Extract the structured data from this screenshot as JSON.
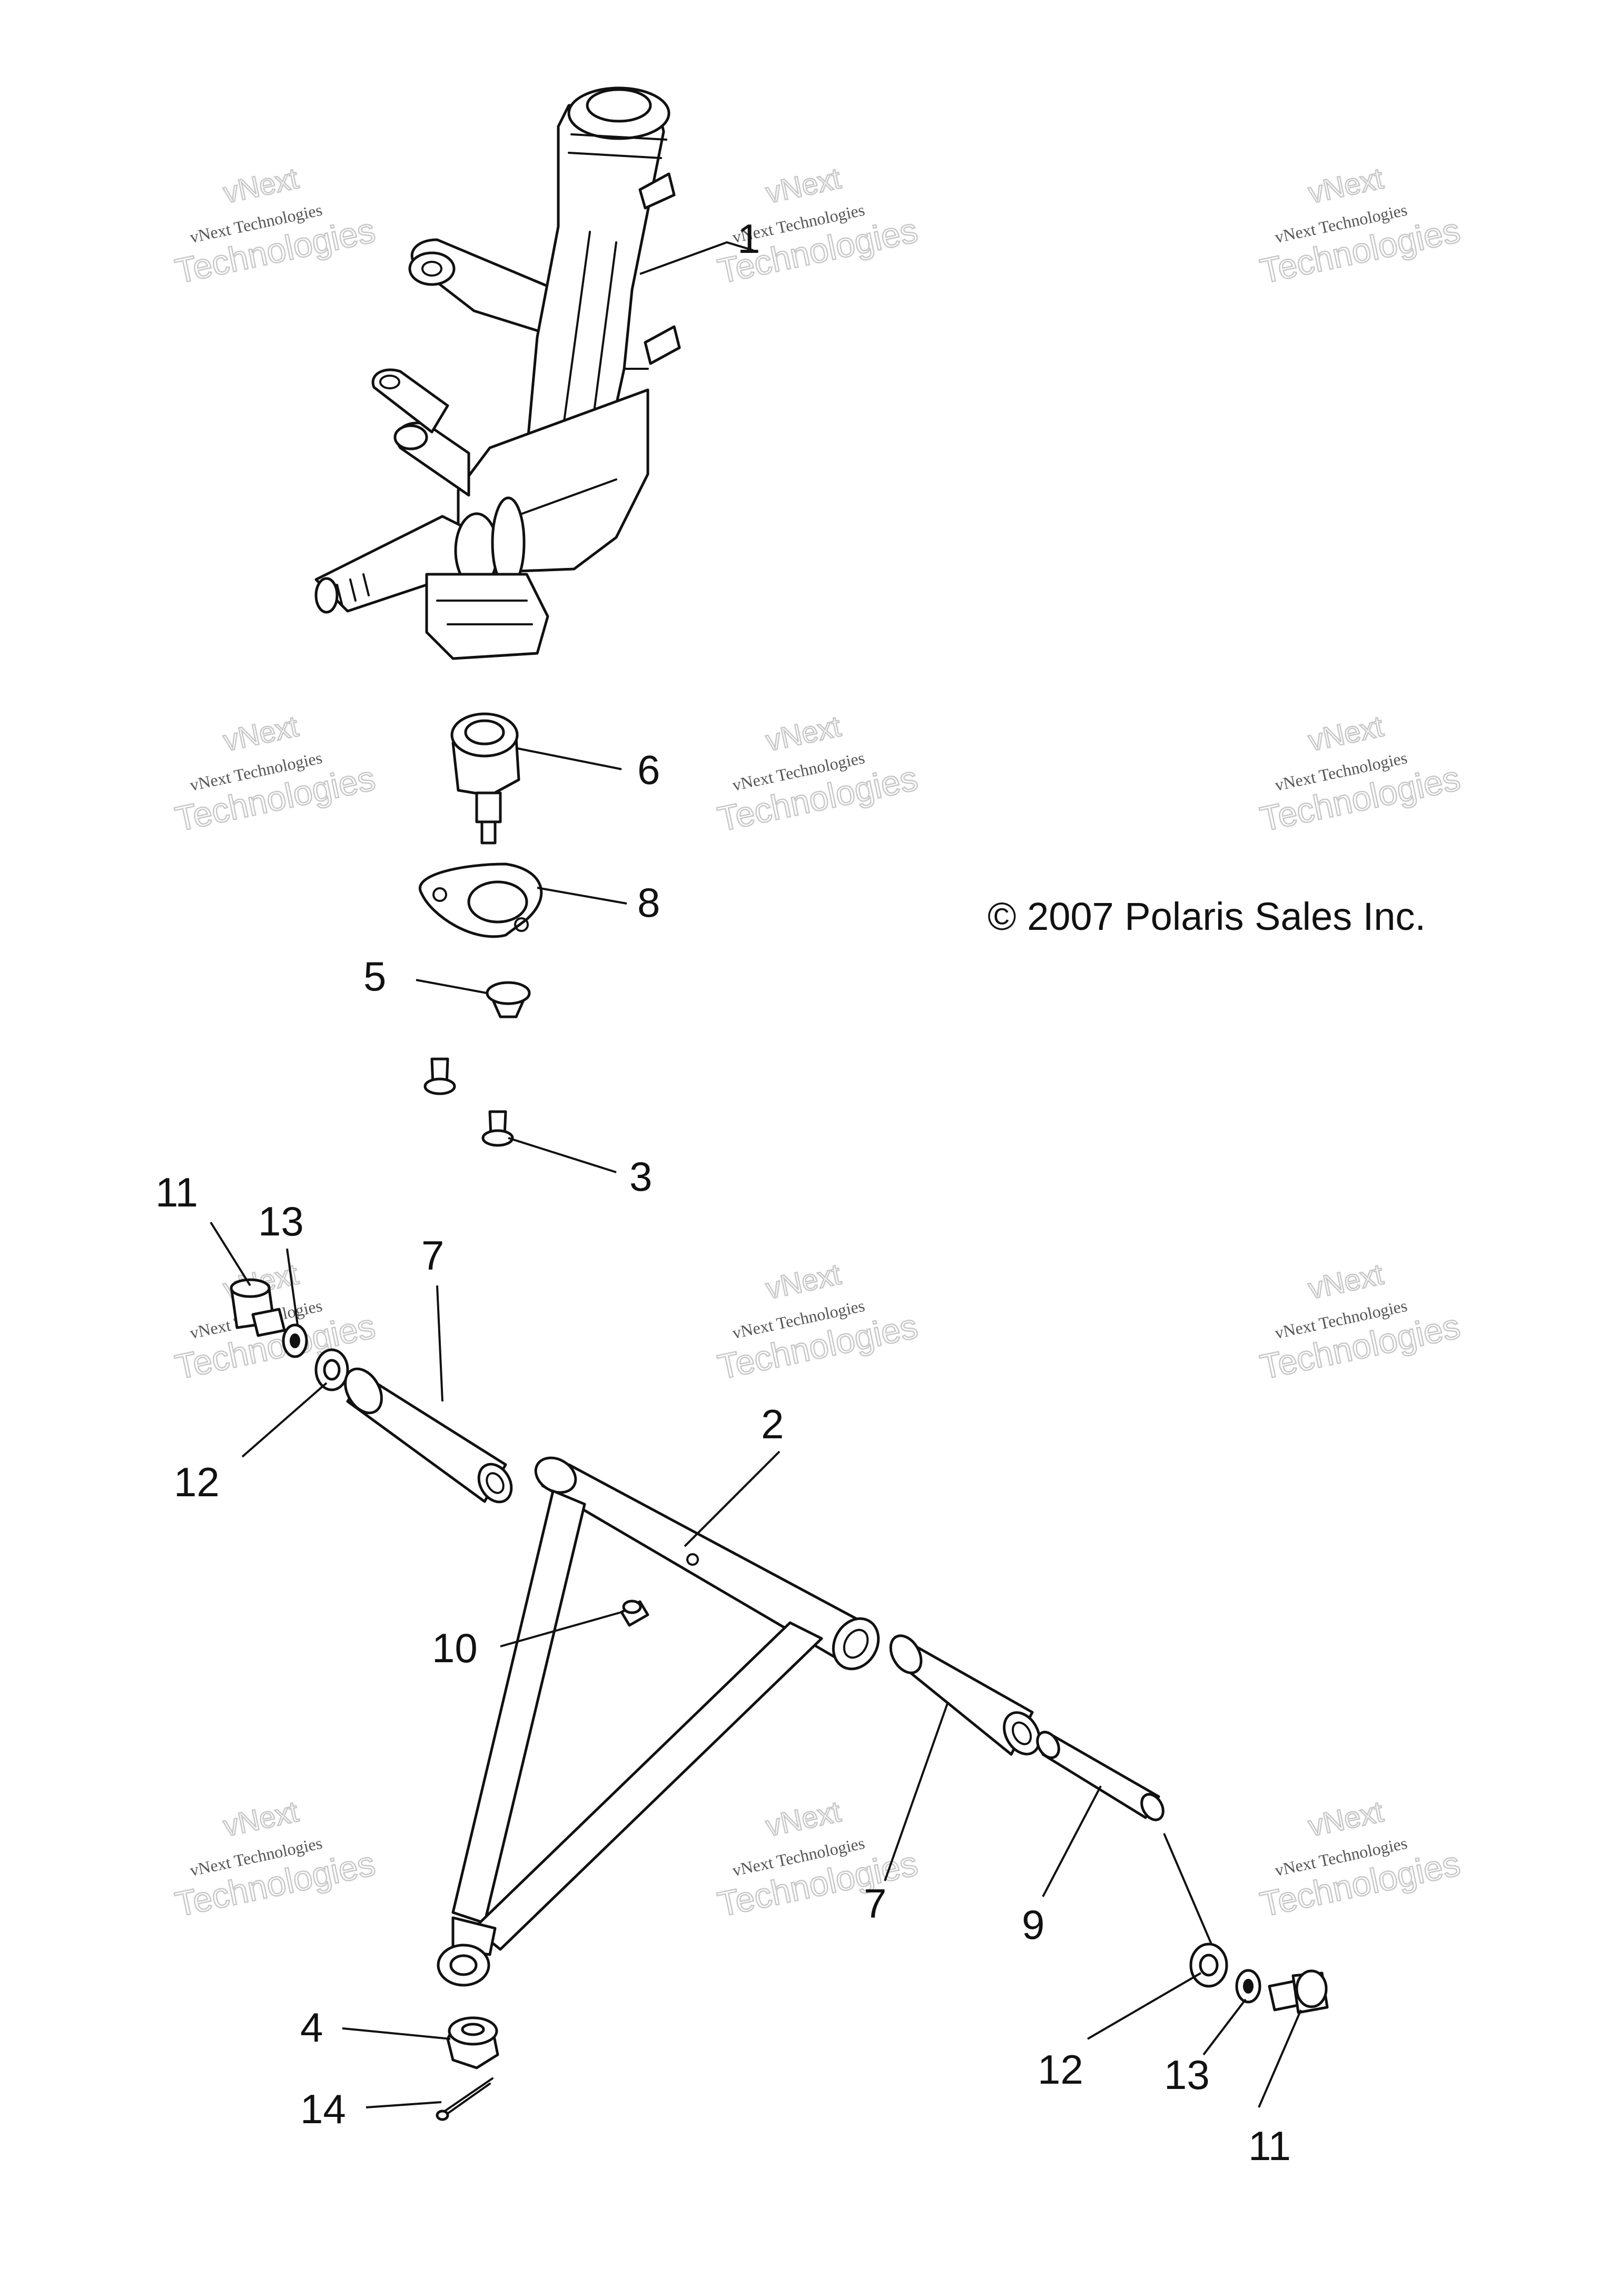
{
  "copyright": "© 2007 Polaris Sales Inc.",
  "watermark": {
    "line_small": "vNext Technologies",
    "line_big": "Technologies",
    "line_top": "vNext"
  },
  "callouts": {
    "c1": "1",
    "c2": "2",
    "c3": "3",
    "c4": "4",
    "c5": "5",
    "c6": "6",
    "c7a": "7",
    "c7b": "7",
    "c8": "8",
    "c9": "9",
    "c10": "10",
    "c11a": "11",
    "c11b": "11",
    "c12a": "12",
    "c12b": "12",
    "c13a": "13",
    "c13b": "13",
    "c14": "14"
  },
  "parts": [
    "spindle-knuckle",
    "a-arm",
    "bolt-pair",
    "castle-nut",
    "seal",
    "ball-joint",
    "bushing-sleeve",
    "retainer-plate",
    "spacer-tube",
    "grease-fitting",
    "flange-bolt",
    "flat-washer",
    "lock-washer",
    "cotter-pin"
  ],
  "colors": {
    "line": "#111111",
    "background": "#ffffff",
    "watermark": "#c8c8c8"
  }
}
